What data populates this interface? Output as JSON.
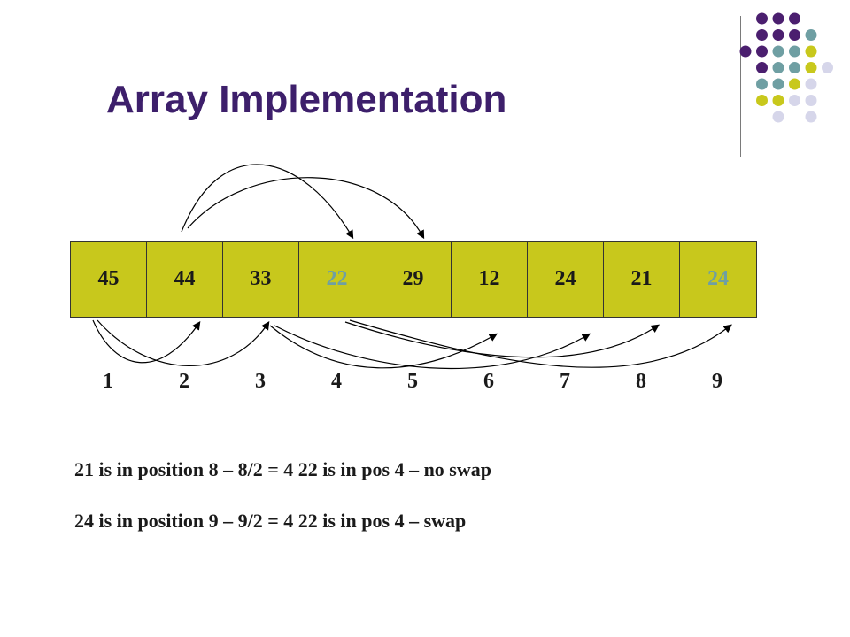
{
  "slide": {
    "title": "Array Implementation"
  },
  "array": {
    "cells": [
      {
        "value": "45",
        "highlight": false
      },
      {
        "value": "44",
        "highlight": false
      },
      {
        "value": "33",
        "highlight": false
      },
      {
        "value": "22",
        "highlight": true
      },
      {
        "value": "29",
        "highlight": false
      },
      {
        "value": "12",
        "highlight": false
      },
      {
        "value": "24",
        "highlight": false
      },
      {
        "value": "21",
        "highlight": false
      },
      {
        "value": "24",
        "highlight": true
      }
    ],
    "indices": [
      "1",
      "2",
      "3",
      "4",
      "5",
      "6",
      "7",
      "8",
      "9"
    ]
  },
  "notes": {
    "line1": "21 is in position 8 – 8/2 = 4 22 is in pos 4 – no swap",
    "line2": "24 is in position 9 – 9/2 = 4 22 is in pos 4 – swap"
  },
  "colors": {
    "title": "#3d1f6b",
    "cell_fill": "#c8c81c",
    "highlight_text": "#6f9fa3",
    "dot_purple": "#4b1f6f",
    "dot_teal": "#6f9fa3",
    "dot_yellow": "#c8c81c",
    "dot_lavender": "#d6d6ea"
  }
}
